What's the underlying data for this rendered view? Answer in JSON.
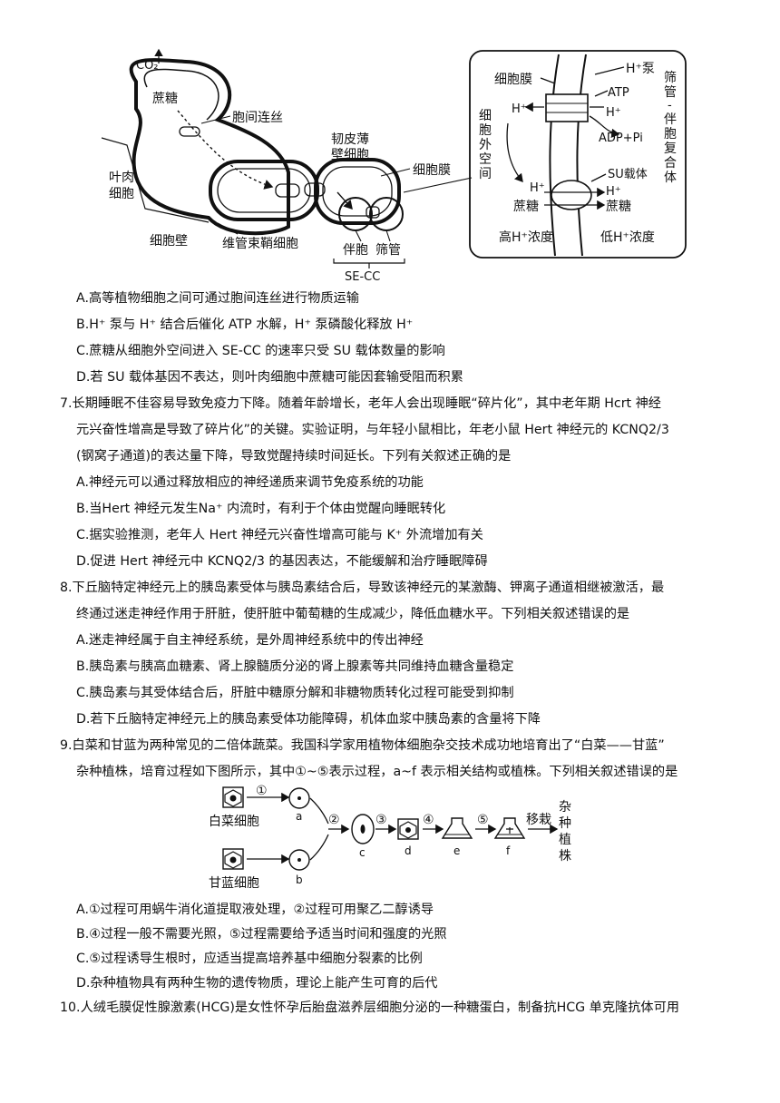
{
  "fig1": {
    "co2": "CO₂",
    "sucrose": "蔗糖",
    "plasmodesmata": "胞间连丝",
    "mesophyll_1": "叶肉",
    "mesophyll_2": "细胞",
    "cell_wall": "细胞壁",
    "bundle_sheath": "维管束鞘细胞",
    "phloem_1": "韧皮薄",
    "phloem_2": "壁细胞",
    "cell_membrane": "细胞膜",
    "companion": "伴胞",
    "sieve": "筛管",
    "secc": "SE-CC",
    "inset": {
      "membrane": "细胞膜",
      "hpump": "H⁺泵",
      "atp": "ATP",
      "h_plus": "H⁺",
      "adp": "ADP+Pi",
      "outer_space": [
        "细",
        "胞",
        "外",
        "空",
        "间"
      ],
      "complex": [
        "筛",
        "管",
        "-",
        "伴",
        "胞",
        "复",
        "合",
        "体"
      ],
      "su_carrier": "SU载体",
      "sucrose": "蔗糖",
      "high_h": "高H⁺浓度",
      "low_h": "低H⁺浓度"
    }
  },
  "q6_options": [
    "A.高等植物细胞之间可通过胞间连丝进行物质运输",
    "B.H⁺ 泵与 H⁺ 结合后催化 ATP 水解，H⁺ 泵磷酸化释放 H⁺",
    "C.蔗糖从细胞外空间进入 SE-CC 的速率只受 SU 载体数量的影响",
    "D.若 SU 载体基因不表达，则叶肉细胞中蔗糖可能因套输受阻而积累"
  ],
  "q7": {
    "stem": [
      "7.长期睡眠不佳容易导致免疫力下降。随着年龄增长，老年人会出现睡眠“碎片化”，其中老年期 Hcrt 神经",
      "元兴奋性增高是导致了碎片化”的关键。实验证明，与年轻小鼠相比，年老小鼠 Hert 神经元的 KCNQ2/3",
      "(钢窝子通道)的表达量下降，导致觉醒持续时间延长。下列有关叙述正确的是"
    ],
    "options": [
      "A.神经元可以通过释放相应的神经递质来调节免疫系统的功能",
      "B.当Hert 神经元发生Na⁺ 内流时，有利于个体由觉醒向睡眠转化",
      "C.据实验推测，老年人 Hert 神经元兴奋性增高可能与 K⁺ 外流增加有关",
      "D.促进 Hert 神经元中 KCNQ2/3 的基因表达，不能缓解和治疗睡眠障碍"
    ]
  },
  "q8": {
    "stem": [
      "8.下丘脑特定神经元上的胰岛素受体与胰岛素结合后，导致该神经元的某激酶、钾离子通道相继被激活，最",
      "终通过迷走神经作用于肝脏，使肝脏中葡萄糖的生成减少，降低血糖水平。下列相关叙述错误的是"
    ],
    "options": [
      "A.迷走神经属于自主神经系统，是外周神经系统中的传出神经",
      "B.胰岛素与胰高血糖素、肾上腺髓质分泌的肾上腺素等共同维持血糖含量稳定",
      "C.胰岛素与其受体结合后，肝脏中糖原分解和非糖物质转化过程可能受到抑制",
      "D.若下丘脑特定神经元上的胰岛素受体功能障碍，机体血浆中胰岛素的含量将下降"
    ]
  },
  "q9": {
    "stem": [
      "9.白菜和甘蓝为两种常见的二倍体蔬菜。我国科学家用植物体细胞杂交技术成功地培育出了“白菜——甘蓝”",
      "杂种植株，培育过程如下图所示，其中①~⑤表示过程，a~f 表示相关结构或植株。下列相关叙述错误的是"
    ],
    "fig": {
      "c1": "①",
      "c2": "②",
      "c3": "③",
      "c4": "④",
      "c5": "⑤",
      "cabbage": "白菜细胞",
      "kale": "甘蓝细胞",
      "a": "a",
      "b": "b",
      "c": "c",
      "d": "d",
      "e": "e",
      "f": "f",
      "transplant": "移栽",
      "hybrid": [
        "杂",
        "种",
        "植",
        "株"
      ]
    },
    "options": [
      "A.①过程可用蜗牛消化道提取液处理，②过程可用聚乙二醇诱导",
      "B.④过程一般不需要光照，⑤过程需要给予适当时间和强度的光照",
      "C.⑤过程诱导生根时，应适当提高培养基中细胞分裂素的比例",
      "D.杂种植物具有两种生物的遗传物质，理论上能产生可育的后代"
    ]
  },
  "q10": {
    "stem": [
      "10.人绒毛膜促性腺激素(HCG)是女性怀孕后胎盘滋养层细胞分泌的一种糖蛋白，制备抗HCG 单克隆抗体可用"
    ]
  }
}
